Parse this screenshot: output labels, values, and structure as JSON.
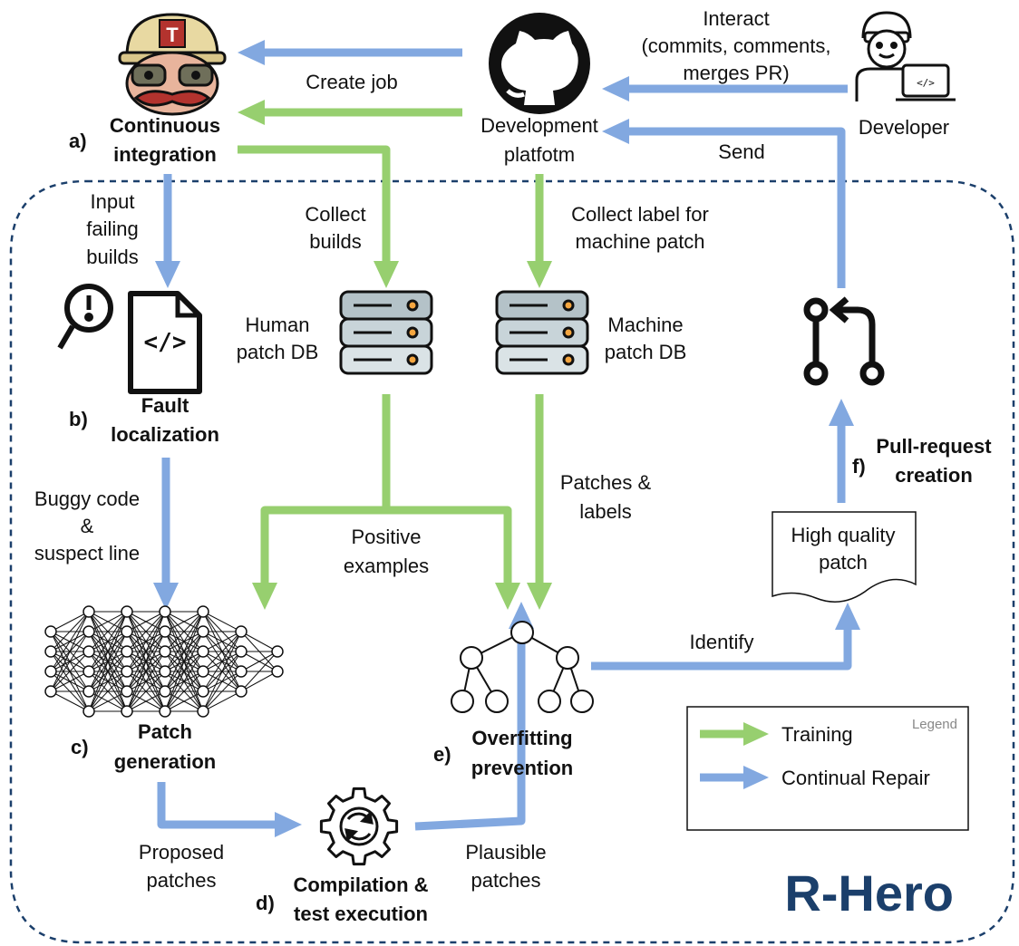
{
  "title": "R-Hero",
  "nodes": {
    "ci": {
      "letter": "a)",
      "line1": "Continuous",
      "line2": "integration"
    },
    "platform": {
      "line1": "Development",
      "line2": "platfotm"
    },
    "developer": {
      "label": "Developer"
    },
    "fault": {
      "letter": "b)",
      "line1": "Fault",
      "line2": "localization"
    },
    "human_db": {
      "line1": "Human",
      "line2": "patch DB"
    },
    "machine_db": {
      "line1": "Machine",
      "line2": "patch DB"
    },
    "patchgen": {
      "letter": "c)",
      "line1": "Patch",
      "line2": "generation"
    },
    "compile": {
      "letter": "d)",
      "line1": "Compilation &",
      "line2": "test execution"
    },
    "overfit": {
      "letter": "e)",
      "line1": "Overfitting",
      "line2": "prevention"
    },
    "pr": {
      "letter": "f)",
      "line1": "Pull-request",
      "line2": "creation"
    },
    "hq_patch": {
      "line1": "High quality",
      "line2": "patch"
    }
  },
  "edges": {
    "interact": [
      "Interact",
      "(commits, comments,",
      "merges PR)"
    ],
    "create_job": "Create job",
    "send": "Send",
    "input_failing": [
      "Input",
      "failing",
      "builds"
    ],
    "collect_builds": [
      "Collect",
      "builds"
    ],
    "collect_label": [
      "Collect label for",
      "machine patch"
    ],
    "buggy_code": [
      "Buggy code",
      "&",
      "suspect line"
    ],
    "positive": [
      "Positive",
      "examples"
    ],
    "patches_labels": [
      "Patches &",
      "labels"
    ],
    "identify": "Identify",
    "proposed": [
      "Proposed",
      "patches"
    ],
    "plausible": [
      "Plausible",
      "patches"
    ]
  },
  "legend": {
    "title": "Legend",
    "training": "Training",
    "continual": "Continual Repair",
    "colors": {
      "training": "#97cf6f",
      "continual": "#82a8e0"
    }
  }
}
